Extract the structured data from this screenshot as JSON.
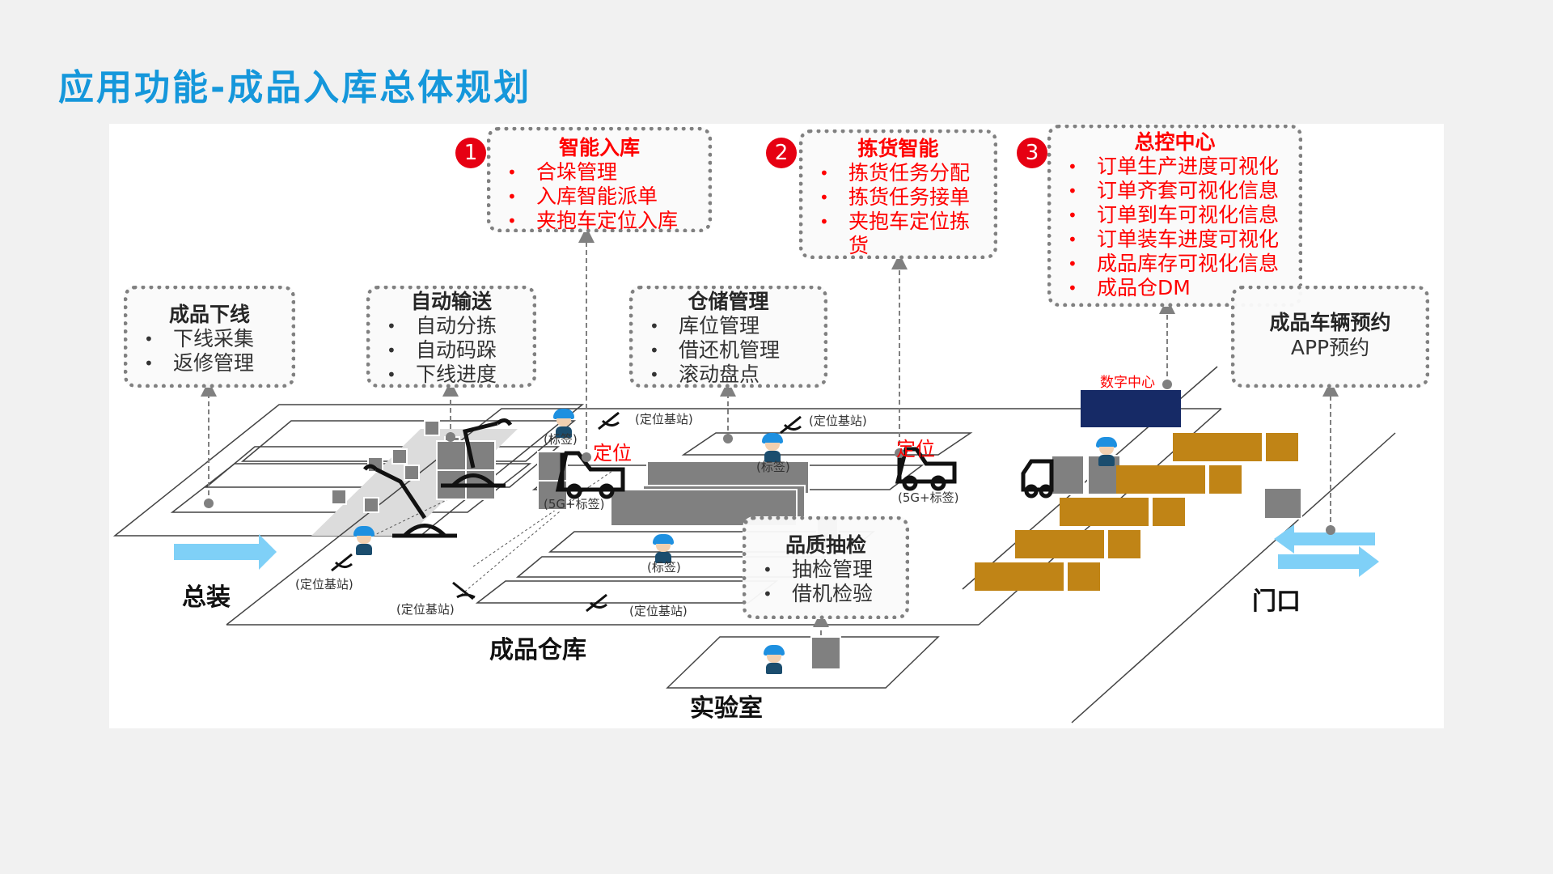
{
  "page_title": "应用功能-成品入库总体规划",
  "colors": {
    "title": "#1597db",
    "highlight": "#ff0000",
    "badge": "#e60012",
    "truck": "#c08416",
    "arrow": "#7fd0f7",
    "pallet": "#808080"
  },
  "feature_boxes": {
    "smart_inbound": {
      "number": "1",
      "title": "智能入库",
      "items": [
        "合垛管理",
        "入库智能派单",
        "夹抱车定位入库"
      ]
    },
    "picking": {
      "number": "2",
      "title": "拣货智能",
      "items": [
        "拣货任务分配",
        "拣货任务接单",
        "夹抱车定位拣货"
      ]
    },
    "control_center": {
      "number": "3",
      "title": "总控中心",
      "items": [
        "订单生产进度可视化",
        "订单齐套可视化信息",
        "订单到车可视化信息",
        "订单装车进度可视化",
        "成品库存可视化信息",
        "成品仓DM"
      ]
    },
    "offline": {
      "title": "成品下线",
      "items": [
        "下线采集",
        "返修管理"
      ]
    },
    "conveying": {
      "title": "自动输送",
      "items": [
        "自动分拣",
        "自动码跺",
        "下线进度"
      ]
    },
    "storage": {
      "title": "仓储管理",
      "items": [
        "库位管理",
        "借还机管理",
        "滚动盘点"
      ]
    },
    "quality": {
      "title": "品质抽检",
      "items": [
        "抽检管理",
        "借机检验"
      ]
    },
    "vehicle": {
      "title": "成品车辆预约",
      "subtitle": "APP预约"
    }
  },
  "scene_labels": {
    "assembly": "总装",
    "warehouse": "成品仓库",
    "lab": "实验室",
    "gate": "门口",
    "data_center": "数字中心",
    "locate": "定位",
    "base_station": "(定位基站)",
    "tag": "(标签)",
    "forklift_tag": "(5G+标签)"
  },
  "icons": [
    "robot-arm-icon",
    "forklift-icon",
    "worker-icon",
    "base-station-icon",
    "truck-icon",
    "dashboard-screen-icon",
    "arrow-icon"
  ]
}
